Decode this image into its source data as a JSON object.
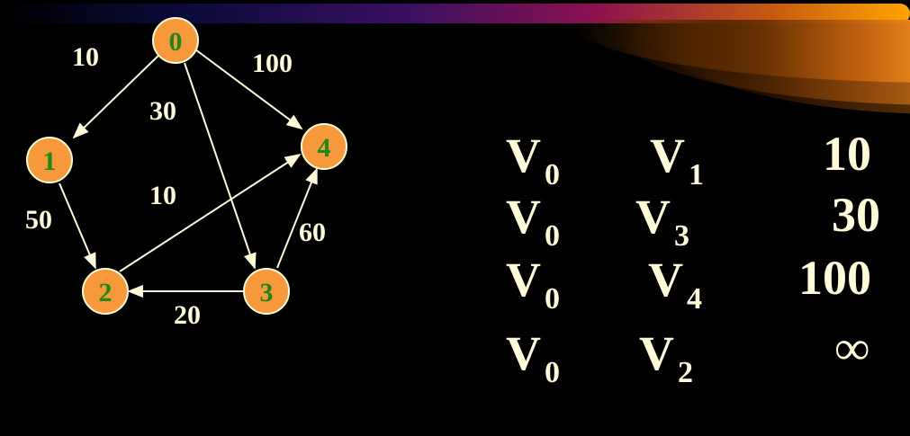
{
  "graph": {
    "nodes": [
      {
        "id": "0",
        "label": "0"
      },
      {
        "id": "1",
        "label": "1"
      },
      {
        "id": "2",
        "label": "2"
      },
      {
        "id": "3",
        "label": "3"
      },
      {
        "id": "4",
        "label": "4"
      }
    ],
    "edges": [
      {
        "from": "0",
        "to": "1",
        "weight": "10"
      },
      {
        "from": "0",
        "to": "4",
        "weight": "100"
      },
      {
        "from": "0",
        "to": "3",
        "weight": "30"
      },
      {
        "from": "1",
        "to": "2",
        "weight": "50"
      },
      {
        "from": "2",
        "to": "4",
        "weight": "10"
      },
      {
        "from": "3",
        "to": "2",
        "weight": "20"
      },
      {
        "from": "3",
        "to": "4",
        "weight": "60"
      }
    ]
  },
  "table": {
    "rows": [
      {
        "from_letter": "V",
        "from_sub": "0",
        "to_letter": "V",
        "to_sub": "1",
        "distance": "10"
      },
      {
        "from_letter": "V",
        "from_sub": "0",
        "to_letter": "V",
        "to_sub": "3",
        "distance": "30"
      },
      {
        "from_letter": "V",
        "from_sub": "0",
        "to_letter": "V",
        "to_sub": "4",
        "distance": "100"
      },
      {
        "from_letter": "V",
        "from_sub": "0",
        "to_letter": "V",
        "to_sub": "2",
        "distance": "∞"
      }
    ]
  },
  "colors": {
    "node_fill": "#f7993a",
    "node_text": "#1a8a1a",
    "edge": "#fffbd8",
    "text": "#fffbd8",
    "background": "#000000"
  }
}
